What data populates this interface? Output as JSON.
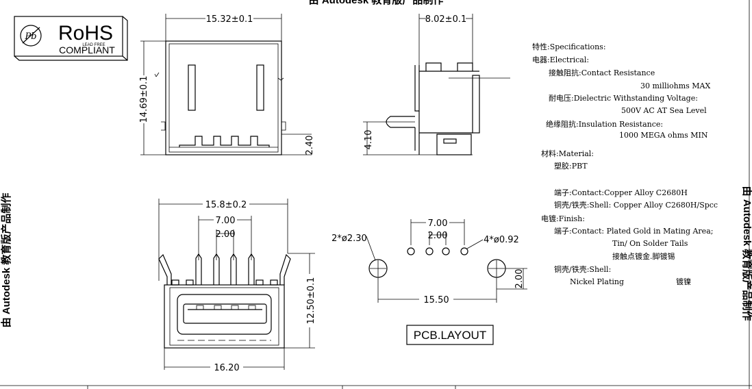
{
  "watermark": {
    "top": "由 Autodesk 教育版产品制作",
    "left": "由 Autodesk 教育版产品制作",
    "right": "由 Autodesk 教育版产品制作"
  },
  "rohs": {
    "title": "RoHS",
    "sub": "COMPLIANT",
    "lead": "LEAD FREE",
    "logo": "Pb"
  },
  "top_view": {
    "width_dim": "15.32±0.1",
    "height_dim": "14.69±0.1",
    "small_dim": "2.40"
  },
  "side_view": {
    "width_dim": "8.02±0.1",
    "height_dim": "4.10"
  },
  "front_view": {
    "width_dim": "15.8±0.2",
    "pitch_dim": "7.00",
    "pin_dim": "2.00",
    "height_dim": "12.50±0.1",
    "bottom_dim": "16.20"
  },
  "pcb": {
    "pitch_dim": "7.00",
    "pin_dim": "2.00",
    "hole_big": "2*ø2.30",
    "hole_small": "4*ø0.92",
    "span_dim": "15.50",
    "offset_dim": "2.00",
    "label": "PCB.LAYOUT"
  },
  "specs": [
    "特性:Specifications:",
    "电器:Electrical:",
    "接触阻抗:Contact Resistance",
    "30 milliohms MAX",
    "耐电压:Dielectric Withstanding Voltage:",
    "500V AC AT Sea Level",
    "绝缘阻抗:Insulation Resistance:",
    "1000 MEGA ohms MIN",
    "材料:Material:",
    "塑胶:PBT",
    "端子:Contact:Copper Alloy  C2680H",
    "铜壳/铁壳:Shell: Copper Alloy  C2680H/Spcc",
    "电镀:Finish:",
    "端子:Contact: Plated Gold in Mating Area;",
    "Tin/ On Solder Tails",
    "接触点镀金.脚镀锡",
    "铜壳/铁壳:Shell:",
    "Nickel Plating",
    "镀镍"
  ]
}
